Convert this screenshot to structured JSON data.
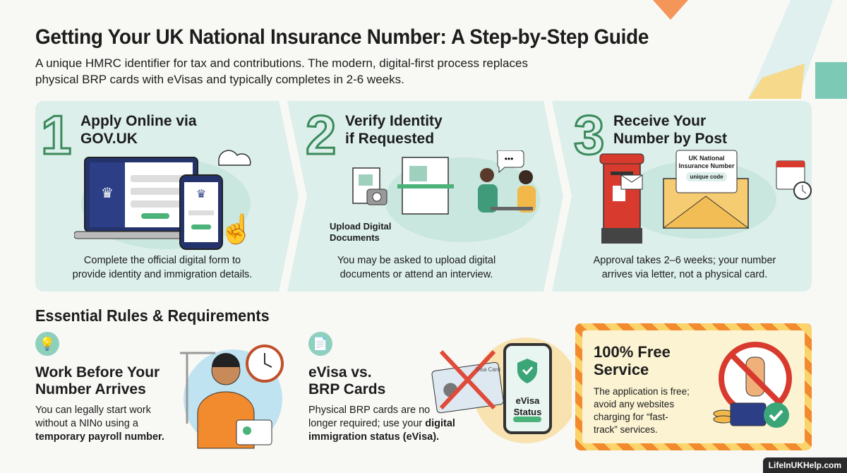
{
  "title": "Getting Your UK National Insurance Number: A Step-by-Step Guide",
  "subtitle_line1": "A unique HMRC identifier for tax and contributions. The modern, digital-first process replaces",
  "subtitle_line2": "physical BRP cards with eVisas and typically completes in 2-6 weeks.",
  "steps": [
    {
      "number": "1",
      "title_line1": "Apply Online via",
      "title_line2": "GOV.UK",
      "desc_line1": "Complete the official digital form to",
      "desc_line2": "provide identity and immigration details."
    },
    {
      "number": "2",
      "title_line1": "Verify Identity",
      "title_line2": "if Requested",
      "illustration_label_line1": "Upload Digital",
      "illustration_label_line2": "Documents",
      "desc_line1": "You may be asked to upload digital",
      "desc_line2": "documents or attend an interview."
    },
    {
      "number": "3",
      "title_line1": "Receive Your",
      "title_line2": "Number by Post",
      "letter_title_line1": "UK National",
      "letter_title_line2": "Insurance Number",
      "letter_code": "unique code",
      "desc_line1": "Approval takes 2–6 weeks; your number",
      "desc_line2": "arrives via letter, not a physical card."
    }
  ],
  "rules_heading": "Essential Rules & Requirements",
  "rules": [
    {
      "icon": "lightbulb-icon",
      "title_line1": "Work Before Your",
      "title_line2": "Number Arrives",
      "desc_line1": "You can legally start work",
      "desc_line2": "without a NINo using a",
      "desc_bold": "temporary payroll number."
    },
    {
      "icon": "documents-icon",
      "title_line1": "eVisa vs.",
      "title_line2": "BRP Cards",
      "card_label": "Visa Card",
      "phone_label_line1": "eVisa",
      "phone_label_line2": "Status",
      "desc_line1": "Physical BRP cards are no",
      "desc_line2_pre": "longer required; use your ",
      "desc_line2_bold": "digital",
      "desc_bold": "immigration status (eVisa)."
    },
    {
      "title_line1": "100% Free",
      "title_line2": "Service",
      "desc_line1": "The application is free;",
      "desc_line2": "avoid any websites",
      "desc_line3": "charging for “fast-",
      "desc_line4": "track” services."
    }
  ],
  "footer": "LifeInUKHelp.com",
  "colors": {
    "panel": "#dcefeb",
    "accent_green": "#3a8a5a",
    "orange": "#f28a2e",
    "red": "#d83a2e"
  }
}
